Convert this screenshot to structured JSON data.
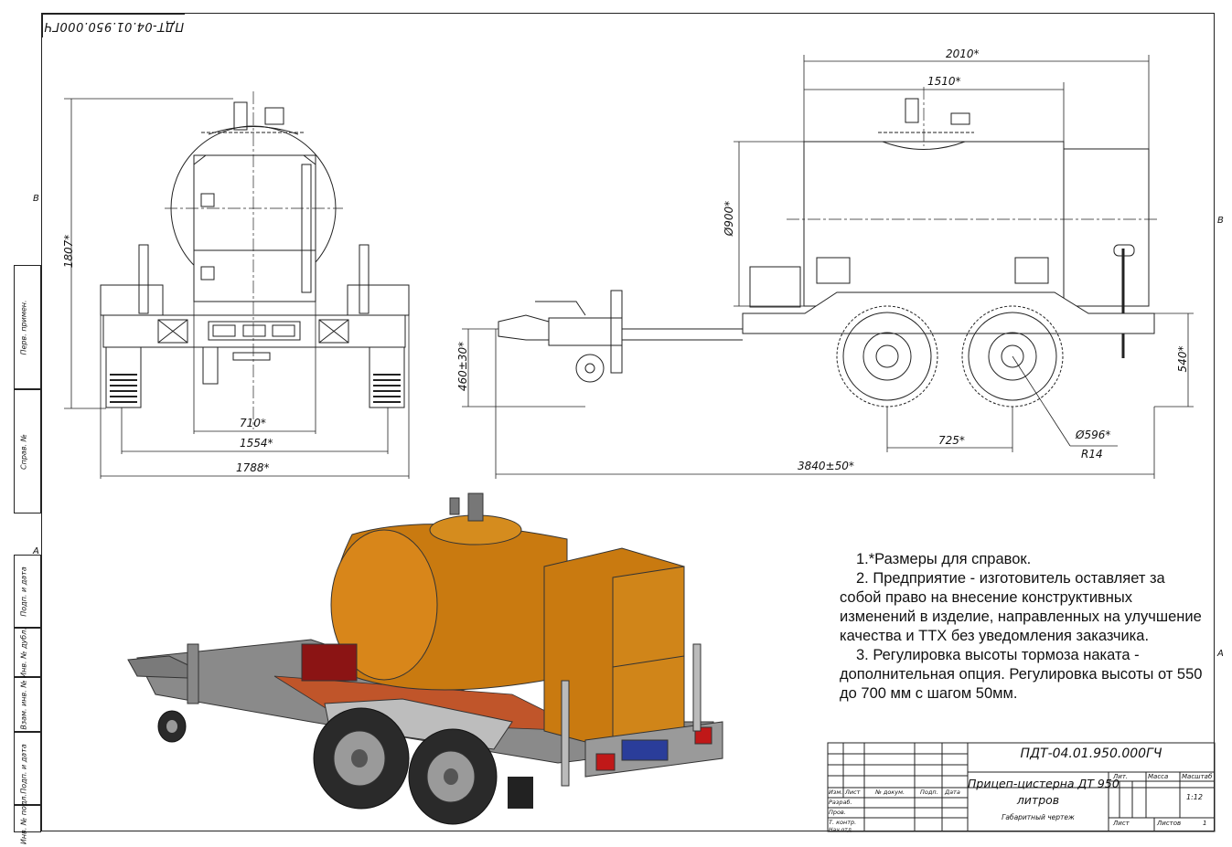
{
  "drawing_code": "ПДТ-04.01.950.000ГЧ",
  "zones": {
    "B_left": "B",
    "B_right": "B",
    "A_left": "A",
    "A_right": "A"
  },
  "side_labels": [
    "Перв. примен.",
    "Справ. №",
    "Подп. и дата",
    "Инв. № дубл.",
    "Взам. инв. №",
    "Подп. и дата",
    "Инв. № подл."
  ],
  "dimensions": {
    "height_total": "1807*",
    "front_710": "710*",
    "front_1554": "1554*",
    "front_1788": "1788*",
    "top_2010": "2010*",
    "top_1510": "1510*",
    "diameter_tank": "Ø900*",
    "hitch_height": "460±30*",
    "frame_height": "540*",
    "wheelbase": "725*",
    "wheel_diameter": "Ø596*",
    "wheel_rim": "R14",
    "length_total": "3840±50*"
  },
  "notes": [
    "1.*Размеры для справок.",
    "2. Предприятие - изготовитель оставляет за собой право на внесение конструктивных изменений в изделие, направленных на улучшение качества и ТТХ без уведомления заказчика.",
    "3. Регулировка высоты тормоза наката - дополнительная опция. Регулировка высоты от 550 до 700 мм с шагом 50мм."
  ],
  "title_block": {
    "code": "ПДТ-04.01.950.000ГЧ",
    "name_line1": "Прицеп-цистерна ДТ 950",
    "name_line2": "литров",
    "doc_type": "Габаритный чертеж",
    "col_headers": [
      "Изм.",
      "Лист",
      "№ докум.",
      "Подп.",
      "Дата"
    ],
    "rows": [
      "Разраб.",
      "Пров.",
      "Т. контр.",
      "Нач.отд."
    ],
    "lit": "Лит.",
    "mass": "Масса",
    "scale_label": "Масштаб",
    "scale": "1:12",
    "sheet": "Лист",
    "sheets": "Листов",
    "sheets_count": "1"
  }
}
